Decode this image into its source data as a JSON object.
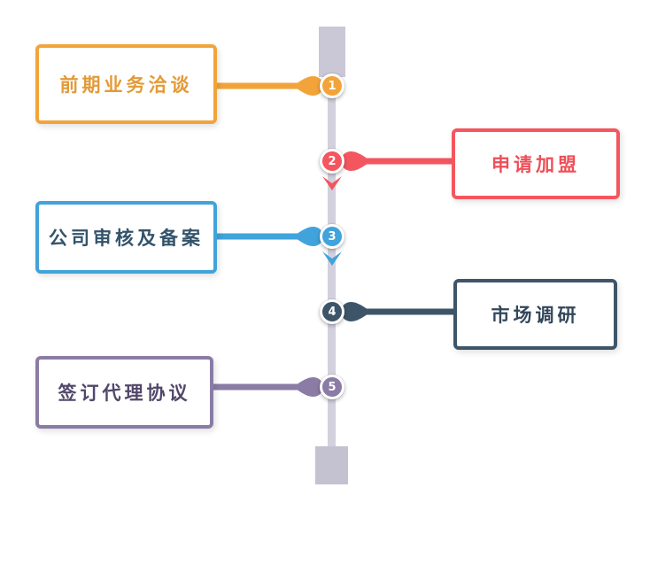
{
  "diagram": {
    "type": "vertical-timeline-flow",
    "track_color": "#D3D1DD",
    "track_cap_color": "#C8C5D4",
    "steps": [
      {
        "number": "1",
        "label": "前期业务洽谈",
        "color": "#F2A43B",
        "text_color": "#E39A37",
        "side": "left"
      },
      {
        "number": "2",
        "label": "申请加盟",
        "color": "#F4565F",
        "text_color": "#EF4E58",
        "side": "right"
      },
      {
        "number": "3",
        "label": "公司审核及备案",
        "color": "#41A3DB",
        "text_color": "#33536B",
        "side": "left"
      },
      {
        "number": "4",
        "label": "市场调研",
        "color": "#3E5569",
        "text_color": "#33475B",
        "side": "right"
      },
      {
        "number": "5",
        "label": "签订代理协议",
        "color": "#8A7CA4",
        "text_color": "#51476A",
        "side": "left"
      }
    ]
  }
}
